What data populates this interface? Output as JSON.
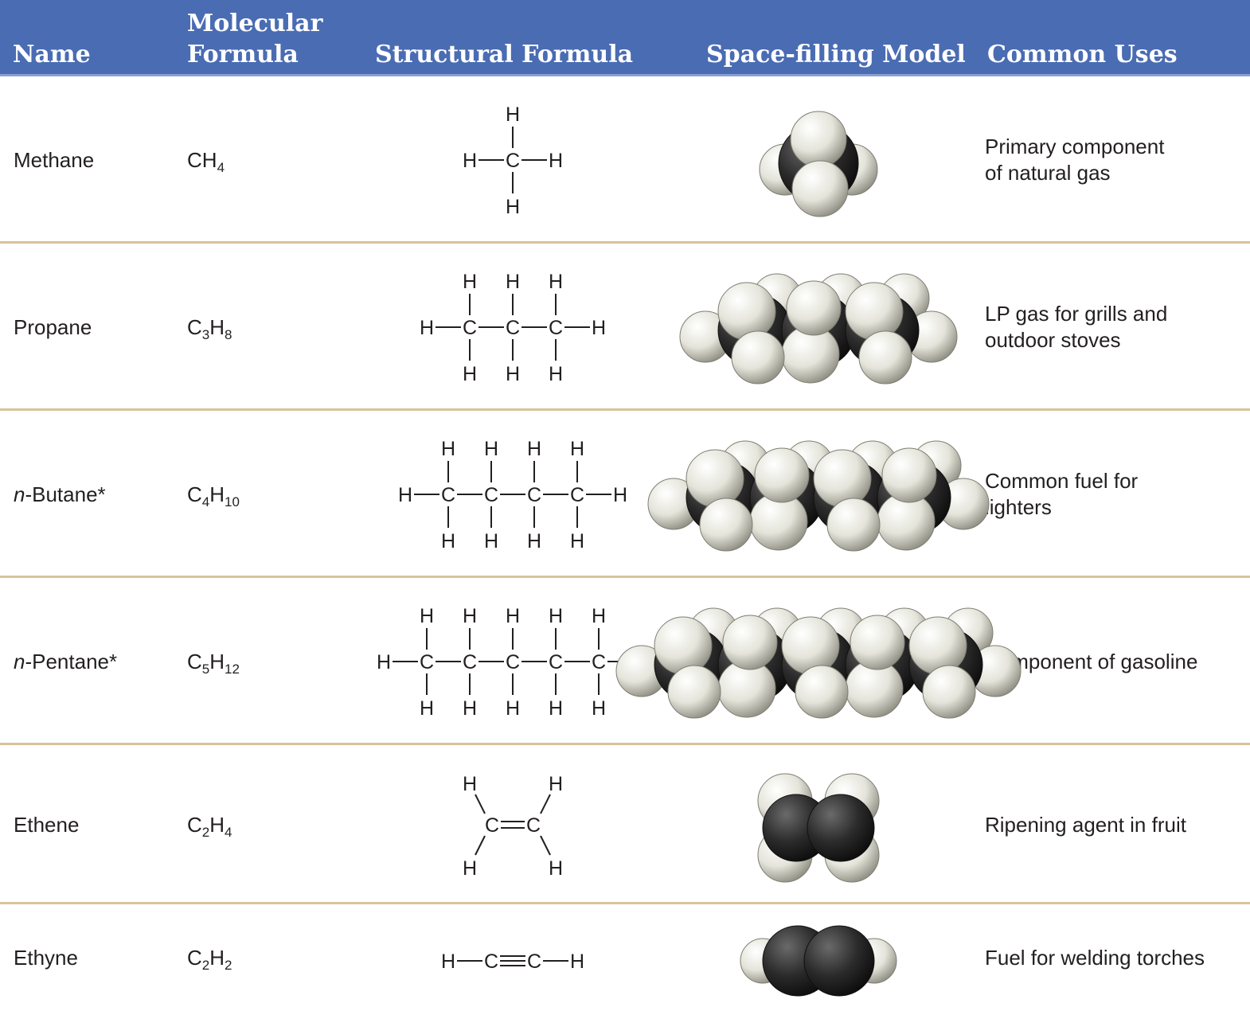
{
  "header": {
    "name": "Name",
    "formula_line1": "Molecular",
    "formula_line2": "Formula",
    "structural": "Structural Formula",
    "model": "Space-filling Model",
    "uses": "Common Uses"
  },
  "colors": {
    "header_bg": "#4a6cb3",
    "row_separator": "#d8c39a",
    "carbon_atom": "#2b2b2b",
    "hydrogen_atom": "#e4e4da"
  },
  "atom_labels": {
    "carbon": "C",
    "hydrogen": "H"
  },
  "rows": [
    {
      "name_prefix": "",
      "name": "Methane",
      "formula": [
        {
          "t": "CH"
        },
        {
          "sub": "4"
        }
      ],
      "uses_line1": "Primary component",
      "uses_line2": "of natural gas",
      "structure": {
        "kind": "alkane",
        "carbons": 1
      },
      "model_icon": "space-filling-methane-icon"
    },
    {
      "name_prefix": "",
      "name": "Propane",
      "formula": [
        {
          "t": "C"
        },
        {
          "sub": "3"
        },
        {
          "t": "H"
        },
        {
          "sub": "8"
        }
      ],
      "uses_line1": "LP gas for grills and",
      "uses_line2": "outdoor stoves",
      "structure": {
        "kind": "alkane",
        "carbons": 3
      },
      "model_icon": "space-filling-propane-icon"
    },
    {
      "name_prefix": "n",
      "name": "-Butane*",
      "formula": [
        {
          "t": "C"
        },
        {
          "sub": "4"
        },
        {
          "t": "H"
        },
        {
          "sub": "10"
        }
      ],
      "uses_line1": "Common fuel for",
      "uses_line2": "lighters",
      "structure": {
        "kind": "alkane",
        "carbons": 4
      },
      "model_icon": "space-filling-butane-icon"
    },
    {
      "name_prefix": "n",
      "name": "-Pentane*",
      "formula": [
        {
          "t": "C"
        },
        {
          "sub": "5"
        },
        {
          "t": "H"
        },
        {
          "sub": "12"
        }
      ],
      "uses_line1": "Component of gasoline",
      "uses_line2": "",
      "structure": {
        "kind": "alkane",
        "carbons": 5
      },
      "model_icon": "space-filling-pentane-icon"
    },
    {
      "name_prefix": "",
      "name": "Ethene",
      "formula": [
        {
          "t": "C"
        },
        {
          "sub": "2"
        },
        {
          "t": "H"
        },
        {
          "sub": "4"
        }
      ],
      "uses_line1": "Ripening agent in fruit",
      "uses_line2": "",
      "structure": {
        "kind": "alkene"
      },
      "model_icon": "space-filling-ethene-icon"
    },
    {
      "name_prefix": "",
      "name": "Ethyne",
      "formula": [
        {
          "t": "C"
        },
        {
          "sub": "2"
        },
        {
          "t": "H"
        },
        {
          "sub": "2"
        }
      ],
      "uses_line1": "Fuel for welding torches",
      "uses_line2": "",
      "structure": {
        "kind": "alkyne"
      },
      "model_icon": "space-filling-ethyne-icon"
    }
  ]
}
